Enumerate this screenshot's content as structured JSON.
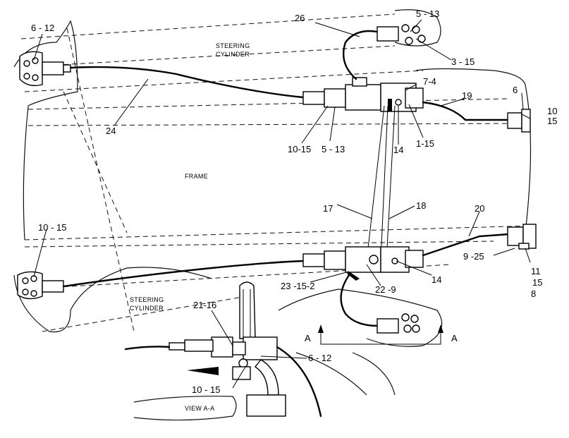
{
  "callouts": {
    "c6_12_a": "6 - 12",
    "c26": "26",
    "c5_13_a": "5 - 13",
    "c3_15": "3 - 15",
    "c7_4": "7-4",
    "c19": "19",
    "c6": "6",
    "c10_top": "10",
    "c15_top": "15",
    "c24": "24",
    "c10_15_a": "10-15",
    "c5_13_b": "5 - 13",
    "c14_a": "14",
    "c1_15": "1-15",
    "c17": "17",
    "c18": "18",
    "c20": "20",
    "c10_15_b": "10 - 15",
    "c9_25": "9 -25",
    "c11": "11",
    "c15_b": "15",
    "c8": "8",
    "c14_b": "14",
    "c23_15_2": "23  -15-2",
    "c22_9": "22 -9",
    "c21_16": "21-16",
    "c6_12_b": "6 - 12",
    "c10_15_c": "10 - 15",
    "sectionA_left": "A",
    "sectionA_right": "A"
  },
  "labels": {
    "steering_top_1": "STEERING",
    "steering_top_2": "CYLINDER",
    "frame": "FRAME",
    "steering_bottom_1": "STEERING",
    "steering_bottom_2": "CYLINDER",
    "view_aa": "VIEW  A-A"
  }
}
